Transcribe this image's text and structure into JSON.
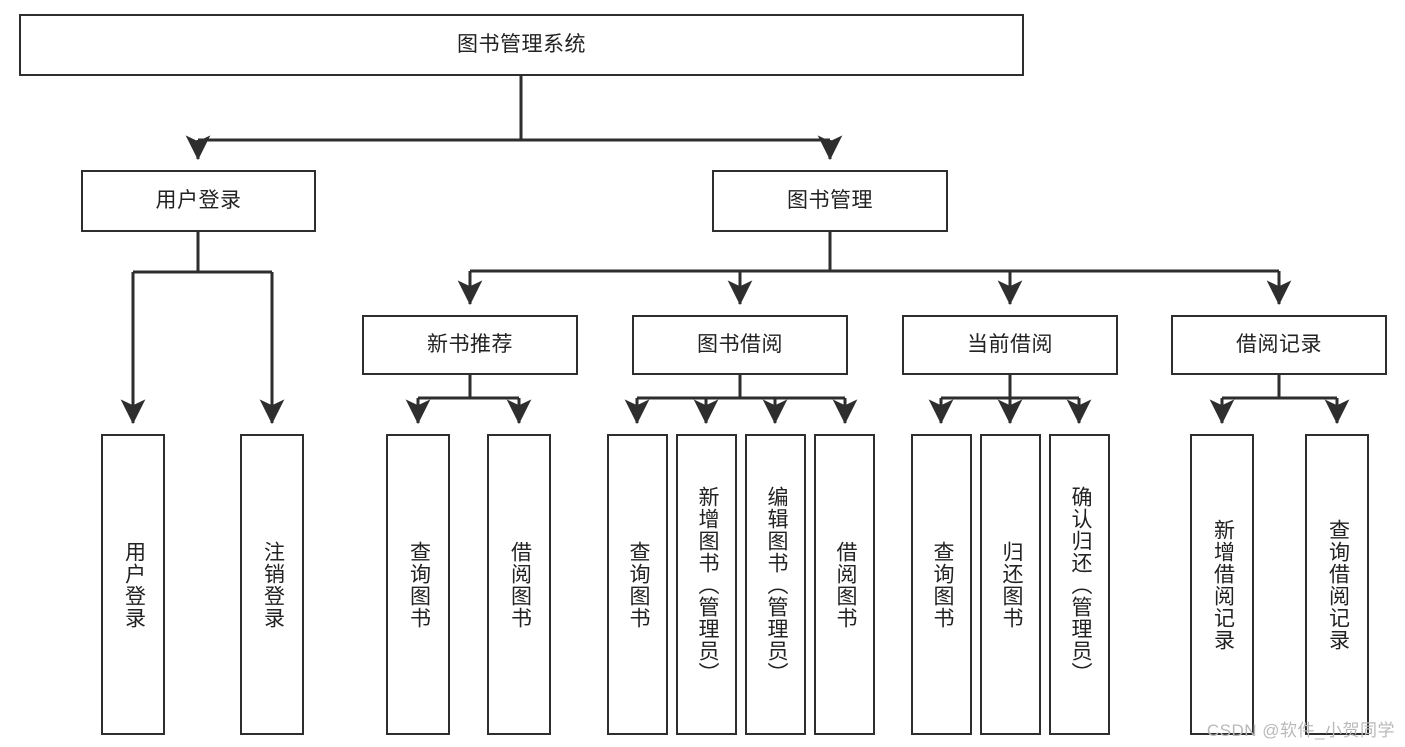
{
  "diagram": {
    "type": "tree-hierarchy-chart",
    "title_node": {
      "id": "root",
      "label": "图书管理系统"
    },
    "level2": [
      {
        "id": "login",
        "label": "用户登录"
      },
      {
        "id": "bookmgmt",
        "label": "图书管理"
      }
    ],
    "level3": [
      {
        "id": "newbook",
        "label": "新书推荐",
        "parent": "bookmgmt"
      },
      {
        "id": "borrow",
        "label": "图书借阅",
        "parent": "bookmgmt"
      },
      {
        "id": "current",
        "label": "当前借阅",
        "parent": "bookmgmt"
      },
      {
        "id": "records",
        "label": "借阅记录",
        "parent": "bookmgmt"
      }
    ],
    "leaves": [
      {
        "id": "leaf-user-login",
        "label": "用户登录",
        "parent": "login"
      },
      {
        "id": "leaf-user-logout",
        "label": "注销登录",
        "parent": "login"
      },
      {
        "id": "leaf-query-book-1",
        "label": "查询图书",
        "parent": "newbook"
      },
      {
        "id": "leaf-borrow-book-1",
        "label": "借阅图书",
        "parent": "newbook"
      },
      {
        "id": "leaf-query-book-2",
        "label": "查询图书",
        "parent": "borrow"
      },
      {
        "id": "leaf-add-book",
        "label": "新增图书（管理员）",
        "parent": "borrow"
      },
      {
        "id": "leaf-edit-book",
        "label": "编辑图书（管理员）",
        "parent": "borrow"
      },
      {
        "id": "leaf-borrow-book-2",
        "label": "借阅图书",
        "parent": "borrow"
      },
      {
        "id": "leaf-query-book-3",
        "label": "查询图书",
        "parent": "current"
      },
      {
        "id": "leaf-return-book",
        "label": "归还图书",
        "parent": "current"
      },
      {
        "id": "leaf-confirm-return",
        "label": "确认归还（管理员）",
        "parent": "current"
      },
      {
        "id": "leaf-add-record",
        "label": "新增借阅记录",
        "parent": "records"
      },
      {
        "id": "leaf-query-record",
        "label": "查询借阅记录",
        "parent": "records"
      }
    ],
    "colors": {
      "stroke": "#2e2e2e",
      "fill": "#ffffff",
      "text": "#222222",
      "watermark": "#b9b9b9"
    }
  },
  "watermark": {
    "text": "CSDN @软件_小贺同学"
  }
}
